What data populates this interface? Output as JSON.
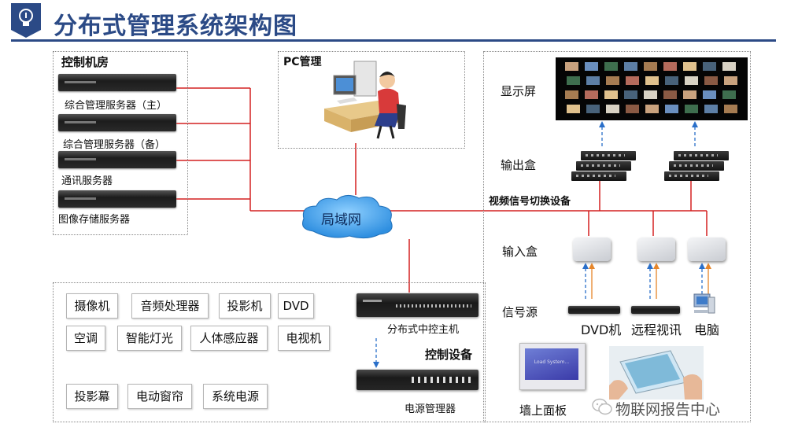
{
  "title": "分布式管理系统架构图",
  "control_room": {
    "heading": "控制机房",
    "servers": [
      {
        "label": "综合管理服务器（主）"
      },
      {
        "label": "综合管理服务器（备）"
      },
      {
        "label": "通讯服务器"
      },
      {
        "label": "图像存储服务器"
      }
    ]
  },
  "pc_management": {
    "heading": "PC管理"
  },
  "lan": {
    "label": "局域网"
  },
  "display_side": {
    "display_screen": "显示屏",
    "output_box": "输出盒",
    "switching_device": "视频信号切换设备",
    "input_box": "输入盒",
    "signal_source": "信号源",
    "sources": [
      "DVD机",
      "远程视讯",
      "电脑"
    ],
    "wall_panel": "墙上面板",
    "panel_screen_text": "Load System..."
  },
  "devices": {
    "row1": [
      "摄像机",
      "音频处理器",
      "投影机",
      "DVD"
    ],
    "row2": [
      "空调",
      "智能灯光",
      "人体感应器",
      "电视机"
    ],
    "row3": [
      "投影幕",
      "电动窗帘",
      "系统电源"
    ]
  },
  "control_equipment": {
    "main_host": "分布式中控主机",
    "heading": "控制设备",
    "power_manager": "电源管理器"
  },
  "watermark": "物联网报告中心",
  "colors": {
    "title": "#2b4a86",
    "link_red": "#d42020",
    "cloud": "#2f8fe0",
    "arrow_blue": "#2a6fc9",
    "arrow_orange": "#e6862a"
  }
}
